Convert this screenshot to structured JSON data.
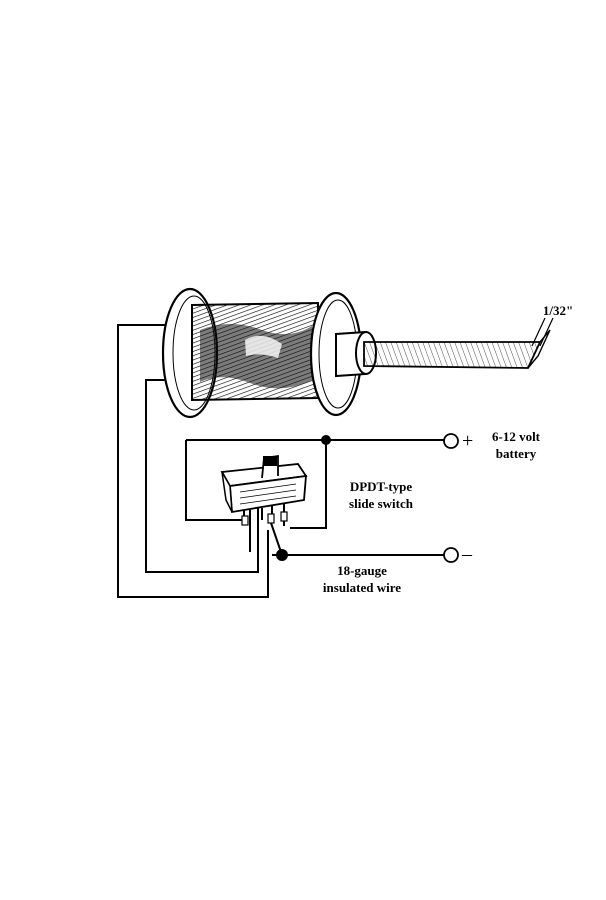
{
  "labels": {
    "thickness": "1/32\"",
    "battery_line1": "6-12 volt",
    "battery_line2": "battery",
    "switch_line1": "DPDT-type",
    "switch_line2": "slide switch",
    "wire_line1": "18-gauge",
    "wire_line2": "insulated wire"
  },
  "symbols": {
    "positive": "+",
    "negative": "–"
  }
}
